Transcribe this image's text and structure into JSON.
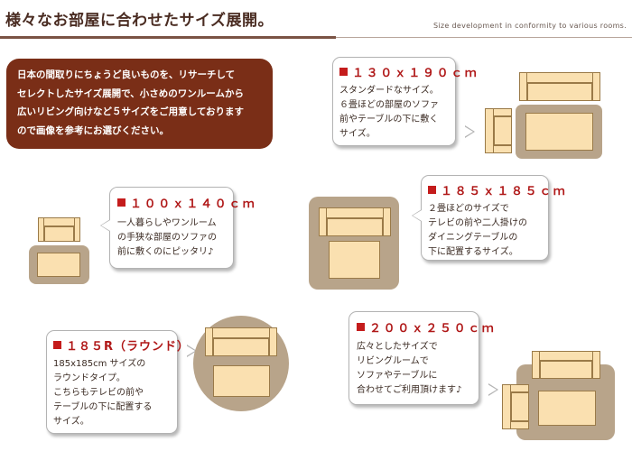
{
  "header": {
    "title": "様々なお部屋に合わせたサイズ展開。",
    "subtitle": "Size development in conformity to various rooms."
  },
  "intro": {
    "lines": [
      "日本の間取りにちょうど良いものを、リサーチして",
      "セレクトしたサイズ展開で、小さめのワンルームから",
      "広いリビング向けなど５サイズをご用意しております",
      "ので画像を参考にお選びください。"
    ]
  },
  "sizes": {
    "s130": {
      "heading": "１３０ｘ１９０ｃｍ",
      "lines": [
        "スタンダードなサイズ。",
        "６畳ほどの部屋のソファ",
        "前やテーブルの下に敷く",
        "サイズ。"
      ]
    },
    "s100": {
      "heading": "１００ｘ１４０ｃｍ",
      "lines": [
        "一人暮らしやワンルーム",
        "の手狭な部屋のソファの",
        "前に敷くのにピッタリ♪"
      ]
    },
    "s185": {
      "heading": "１８５ｘ１８５ｃｍ",
      "lines": [
        "２畳ほどのサイズで",
        "テレビの前や二人掛けの",
        "ダイニングテーブルの",
        "下に配置するサイズ。"
      ]
    },
    "s185r": {
      "heading": "１８５R（ラウンド）",
      "lines": [
        "185x185cm サイズの",
        "ラウンドタイプ。",
        "こちらもテレビの前や",
        "テーブルの下に配置する",
        "サイズ。"
      ]
    },
    "s200": {
      "heading": "２００ｘ２５０ｃｍ",
      "lines": [
        "広々としたサイズで",
        "リビングルームで",
        "ソファやテーブルに",
        "合わせてご利用頂けます♪"
      ]
    }
  },
  "colors": {
    "intro_bg": "#7a2e17",
    "accent_red": "#c41c1c",
    "rug": "#b8a48a",
    "furniture": "#fae0b0"
  }
}
